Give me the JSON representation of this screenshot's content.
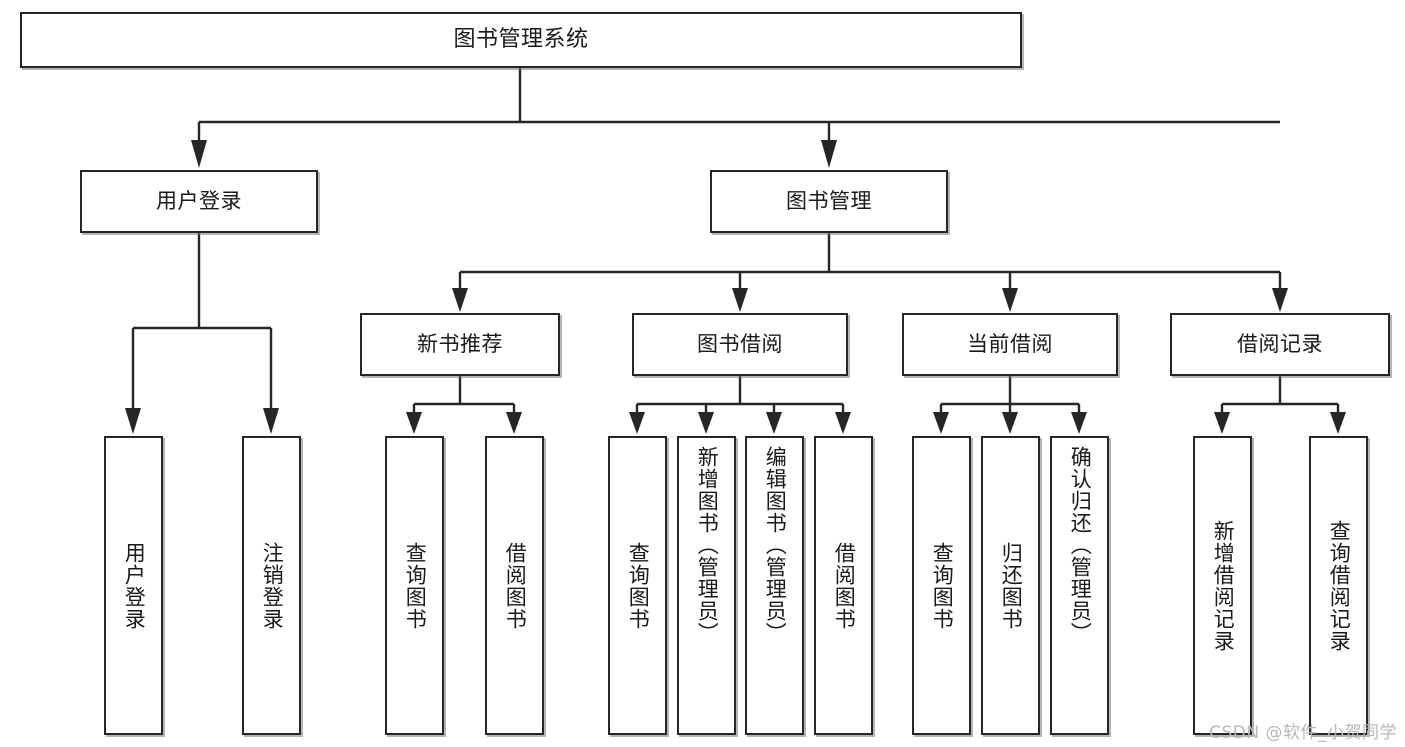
{
  "diagram": {
    "title": "图书管理系统",
    "type": "tree-hierarchy-diagram",
    "colors": {
      "box_border": "#262626",
      "box_fill": "#ffffff",
      "connector": "#262626",
      "shadow": "#9a9a9a",
      "watermark": "#b8b8b8",
      "background": "#ffffff"
    },
    "nodes": {
      "root": "图书管理系统",
      "level2": {
        "user_login": "用户登录",
        "book_manage": "图书管理"
      },
      "level3": {
        "new_book_rec": "新书推荐",
        "book_borrow": "图书借阅",
        "current_borrow": "当前借阅",
        "borrow_record": "借阅记录"
      },
      "leaves": {
        "user_login_1": "用户登录",
        "user_login_2": "注销登录",
        "new_book_rec_1": "查询图书",
        "new_book_rec_2": "借阅图书",
        "book_borrow_1": "查询图书",
        "book_borrow_2": "新增图书（管理员）",
        "book_borrow_3": "编辑图书（管理员）",
        "book_borrow_4": "借阅图书",
        "current_borrow_1": "查询图书",
        "current_borrow_2": "归还图书",
        "current_borrow_3": "确认归还（管理员）",
        "borrow_record_1": "新增借阅记录",
        "borrow_record_2": "查询借阅记录"
      }
    },
    "watermark": "CSDN @软件_小贺同学"
  }
}
